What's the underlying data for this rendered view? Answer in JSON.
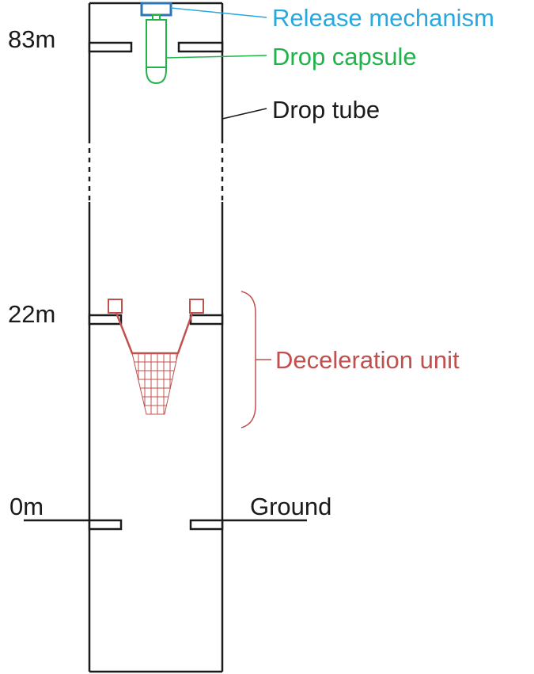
{
  "labels": {
    "release_mechanism": "Release mechanism",
    "drop_capsule": "Drop capsule",
    "drop_tube": "Drop tube",
    "deceleration_unit": "Deceleration unit",
    "ground": "Ground"
  },
  "heights": {
    "top": "83m",
    "deceleration": "22m",
    "ground": "0m"
  },
  "colors": {
    "release_mechanism": "#29a8e0",
    "drop_capsule": "#21b24b",
    "deceleration_unit": "#c0504d",
    "structure": "#1a1a1a"
  }
}
